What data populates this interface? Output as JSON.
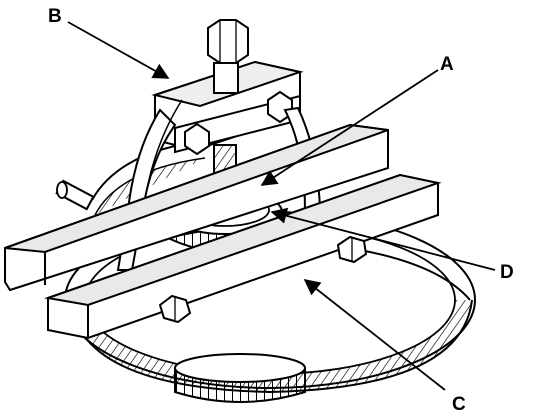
{
  "diagram": {
    "callouts": [
      {
        "id": "A",
        "label": "A"
      },
      {
        "id": "B",
        "label": "B"
      },
      {
        "id": "C",
        "label": "C"
      },
      {
        "id": "D",
        "label": "D"
      }
    ],
    "colors": {
      "ink": "#000000",
      "paper": "#ffffff",
      "shade": "#d8d8d8"
    }
  }
}
